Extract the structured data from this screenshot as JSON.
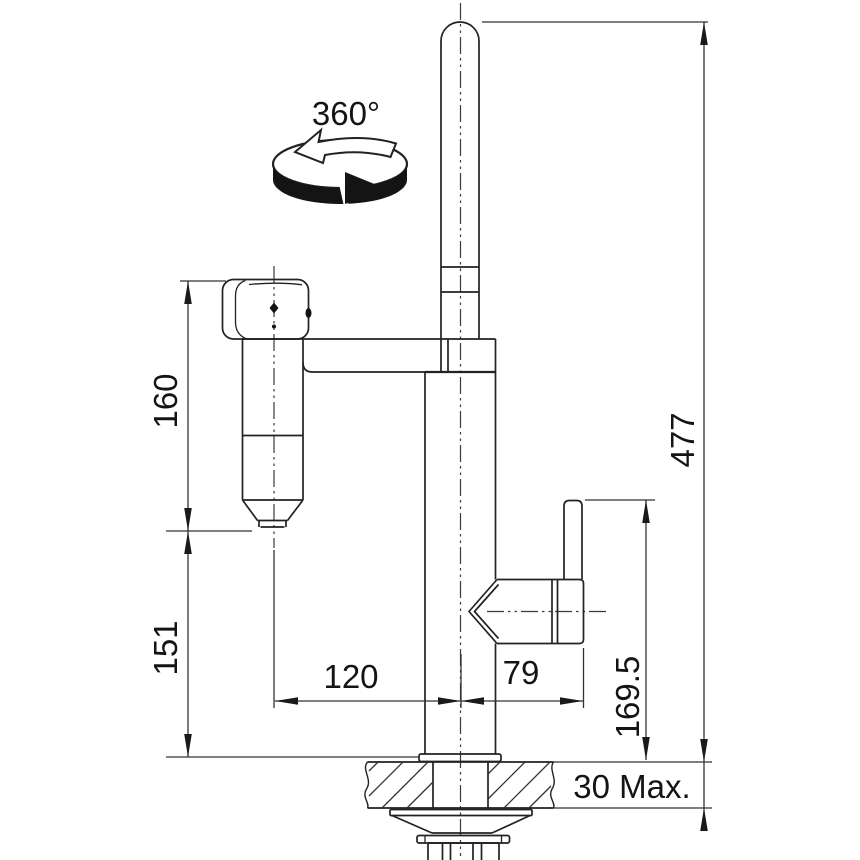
{
  "colors": {
    "line": "#222222",
    "background": "#ffffff"
  },
  "rotation_symbol": {
    "label": "360°"
  },
  "dimensions": {
    "overall_height": {
      "value": "477",
      "orientation": "vertical"
    },
    "filter_unit_length": {
      "value": "160",
      "orientation": "vertical"
    },
    "filter_bottom_clearance": {
      "value": "151",
      "orientation": "vertical"
    },
    "filter_center_offset": {
      "value": "120",
      "orientation": "horizontal"
    },
    "handle_side_offset": {
      "value": "79",
      "orientation": "horizontal"
    },
    "handle_top_height": {
      "value": "169.5",
      "orientation": "vertical"
    },
    "worktop_thickness": {
      "value": "30 Max.",
      "orientation": "vertical"
    }
  }
}
